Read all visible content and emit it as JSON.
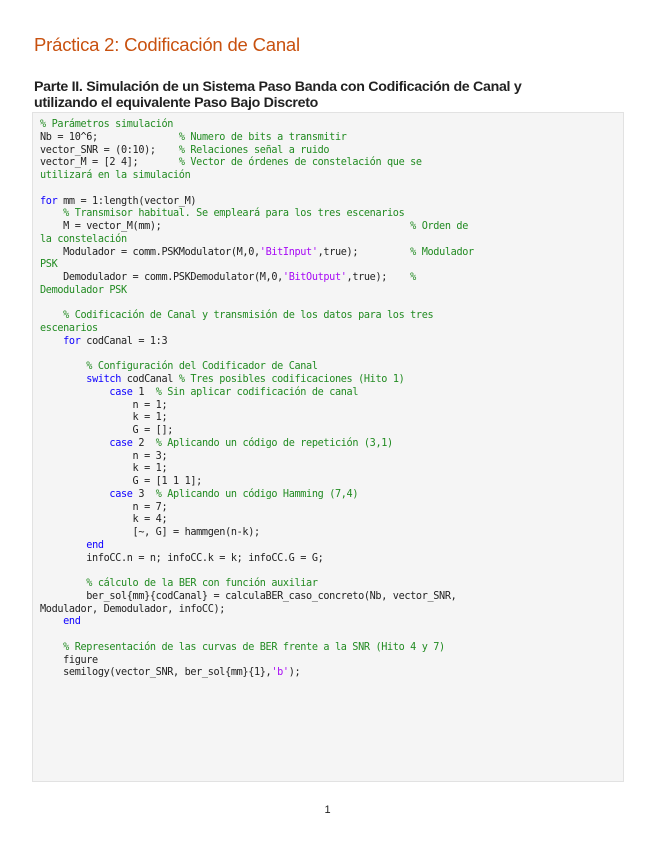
{
  "document": {
    "title": "Práctica 2: Codificación de Canal",
    "section_heading_line1": "Parte II. Simulación de un Sistema Paso Banda con Codificación de Canal y",
    "section_heading_line2": "utilizando el equivalente Paso Bajo Discreto",
    "page_number": "1",
    "colors": {
      "title": "#c8510f",
      "comment": "#228b22",
      "keyword": "#0e00ff",
      "string": "#a709f5",
      "code_background": "#f5f5f5"
    }
  },
  "code": {
    "lines": [
      [
        {
          "t": "% Parámetros simulación",
          "c": "cm"
        }
      ],
      [
        {
          "t": "Nb = 10^6;              ",
          "c": ""
        },
        {
          "t": "% Numero de bits a transmitir",
          "c": "cm"
        }
      ],
      [
        {
          "t": "vector_SNR = (0:10);    ",
          "c": ""
        },
        {
          "t": "% Relaciones señal a ruido",
          "c": "cm"
        }
      ],
      [
        {
          "t": "vector_M = [2 4];       ",
          "c": ""
        },
        {
          "t": "% Vector de órdenes de constelación que se",
          "c": "cm"
        }
      ],
      [
        {
          "t": "utilizará en la simulación",
          "c": "cm"
        }
      ],
      [
        {
          "t": "",
          "c": ""
        }
      ],
      [
        {
          "t": "for",
          "c": "kw"
        },
        {
          "t": " mm = 1:length(vector_M)",
          "c": ""
        }
      ],
      [
        {
          "t": "    ",
          "c": ""
        },
        {
          "t": "% Transmisor habitual. Se empleará para los tres escenarios",
          "c": "cm"
        }
      ],
      [
        {
          "t": "    M = vector_M(mm);                                           ",
          "c": ""
        },
        {
          "t": "% Orden de",
          "c": "cm"
        }
      ],
      [
        {
          "t": "la constelación",
          "c": "cm"
        }
      ],
      [
        {
          "t": "    Modulador = comm.PSKModulator(M,0,",
          "c": ""
        },
        {
          "t": "'BitInput'",
          "c": "st"
        },
        {
          "t": ",true);         ",
          "c": ""
        },
        {
          "t": "% Modulador",
          "c": "cm"
        }
      ],
      [
        {
          "t": "PSK",
          "c": "cm"
        }
      ],
      [
        {
          "t": "    Demodulador = comm.PSKDemodulator(M,0,",
          "c": ""
        },
        {
          "t": "'BitOutput'",
          "c": "st"
        },
        {
          "t": ",true);    ",
          "c": ""
        },
        {
          "t": "%",
          "c": "cm"
        }
      ],
      [
        {
          "t": "Demodulador PSK",
          "c": "cm"
        }
      ],
      [
        {
          "t": "",
          "c": ""
        }
      ],
      [
        {
          "t": "    ",
          "c": ""
        },
        {
          "t": "% Codificación de Canal y transmisión de los datos para los tres",
          "c": "cm"
        }
      ],
      [
        {
          "t": "escenarios",
          "c": "cm"
        }
      ],
      [
        {
          "t": "    ",
          "c": ""
        },
        {
          "t": "for",
          "c": "kw"
        },
        {
          "t": " codCanal = 1:3",
          "c": ""
        }
      ],
      [
        {
          "t": "",
          "c": ""
        }
      ],
      [
        {
          "t": "        ",
          "c": ""
        },
        {
          "t": "% Configuración del Codificador de Canal",
          "c": "cm"
        }
      ],
      [
        {
          "t": "        ",
          "c": ""
        },
        {
          "t": "switch",
          "c": "kw"
        },
        {
          "t": " codCanal ",
          "c": ""
        },
        {
          "t": "% Tres posibles codificaciones (Hito 1)",
          "c": "cm"
        }
      ],
      [
        {
          "t": "            ",
          "c": ""
        },
        {
          "t": "case",
          "c": "kw"
        },
        {
          "t": " 1  ",
          "c": ""
        },
        {
          "t": "% Sin aplicar codificación de canal",
          "c": "cm"
        }
      ],
      [
        {
          "t": "                n = 1;",
          "c": ""
        }
      ],
      [
        {
          "t": "                k = 1;",
          "c": ""
        }
      ],
      [
        {
          "t": "                G = [];",
          "c": ""
        }
      ],
      [
        {
          "t": "            ",
          "c": ""
        },
        {
          "t": "case",
          "c": "kw"
        },
        {
          "t": " 2  ",
          "c": ""
        },
        {
          "t": "% Aplicando un código de repetición (3,1)",
          "c": "cm"
        }
      ],
      [
        {
          "t": "                n = 3;",
          "c": ""
        }
      ],
      [
        {
          "t": "                k = 1;",
          "c": ""
        }
      ],
      [
        {
          "t": "                G = [1 1 1];",
          "c": ""
        }
      ],
      [
        {
          "t": "            ",
          "c": ""
        },
        {
          "t": "case",
          "c": "kw"
        },
        {
          "t": " 3  ",
          "c": ""
        },
        {
          "t": "% Aplicando un código Hamming (7,4)",
          "c": "cm"
        }
      ],
      [
        {
          "t": "                n = 7;",
          "c": ""
        }
      ],
      [
        {
          "t": "                k = 4;",
          "c": ""
        }
      ],
      [
        {
          "t": "                [~, G] = hammgen(n-k);",
          "c": ""
        }
      ],
      [
        {
          "t": "        ",
          "c": ""
        },
        {
          "t": "end",
          "c": "kw"
        }
      ],
      [
        {
          "t": "        infoCC.n = n; infoCC.k = k; infoCC.G = G;",
          "c": ""
        }
      ],
      [
        {
          "t": "",
          "c": ""
        }
      ],
      [
        {
          "t": "        ",
          "c": ""
        },
        {
          "t": "% cálculo de la BER con función auxiliar",
          "c": "cm"
        }
      ],
      [
        {
          "t": "        ber_sol{mm}{codCanal} = calculaBER_caso_concreto(Nb, vector_SNR,",
          "c": ""
        }
      ],
      [
        {
          "t": "Modulador, Demodulador, infoCC);",
          "c": ""
        }
      ],
      [
        {
          "t": "    ",
          "c": ""
        },
        {
          "t": "end",
          "c": "kw"
        }
      ],
      [
        {
          "t": "",
          "c": ""
        }
      ],
      [
        {
          "t": "    ",
          "c": ""
        },
        {
          "t": "% Representación de las curvas de BER frente a la SNR (Hito 4 y 7)",
          "c": "cm"
        }
      ],
      [
        {
          "t": "    figure",
          "c": ""
        }
      ],
      [
        {
          "t": "    semilogy(vector_SNR, ber_sol{mm}{1},",
          "c": ""
        },
        {
          "t": "'b'",
          "c": "st"
        },
        {
          "t": ");",
          "c": ""
        }
      ]
    ]
  }
}
